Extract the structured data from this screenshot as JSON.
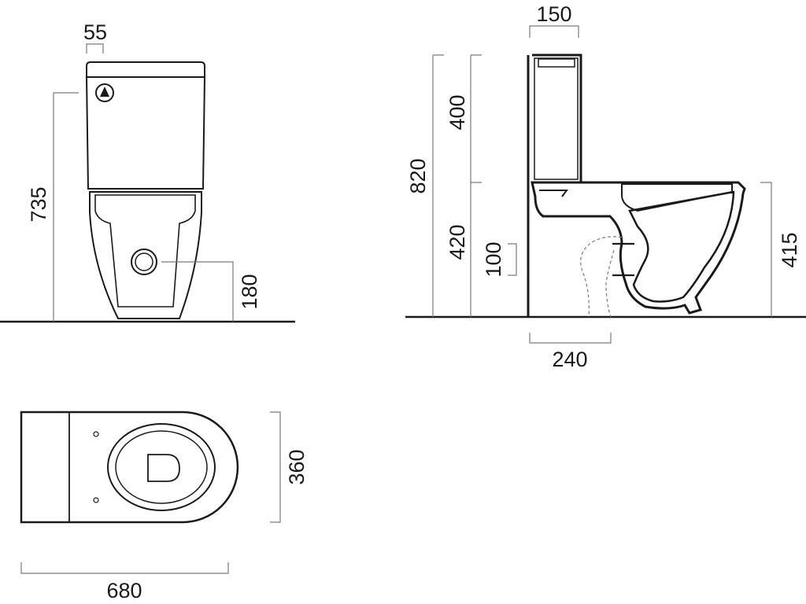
{
  "front_view": {
    "dimensions": {
      "button_width": "55",
      "inlet_height": "735",
      "outlet_height": "180"
    }
  },
  "side_view": {
    "dimensions": {
      "cistern_depth": "150",
      "total_height": "820",
      "cistern_height": "400",
      "pan_height_left": "420",
      "outlet_range": "100",
      "rim_height": "415",
      "outlet_distance": "240"
    }
  },
  "top_view": {
    "dimensions": {
      "width": "360",
      "length": "680"
    }
  }
}
